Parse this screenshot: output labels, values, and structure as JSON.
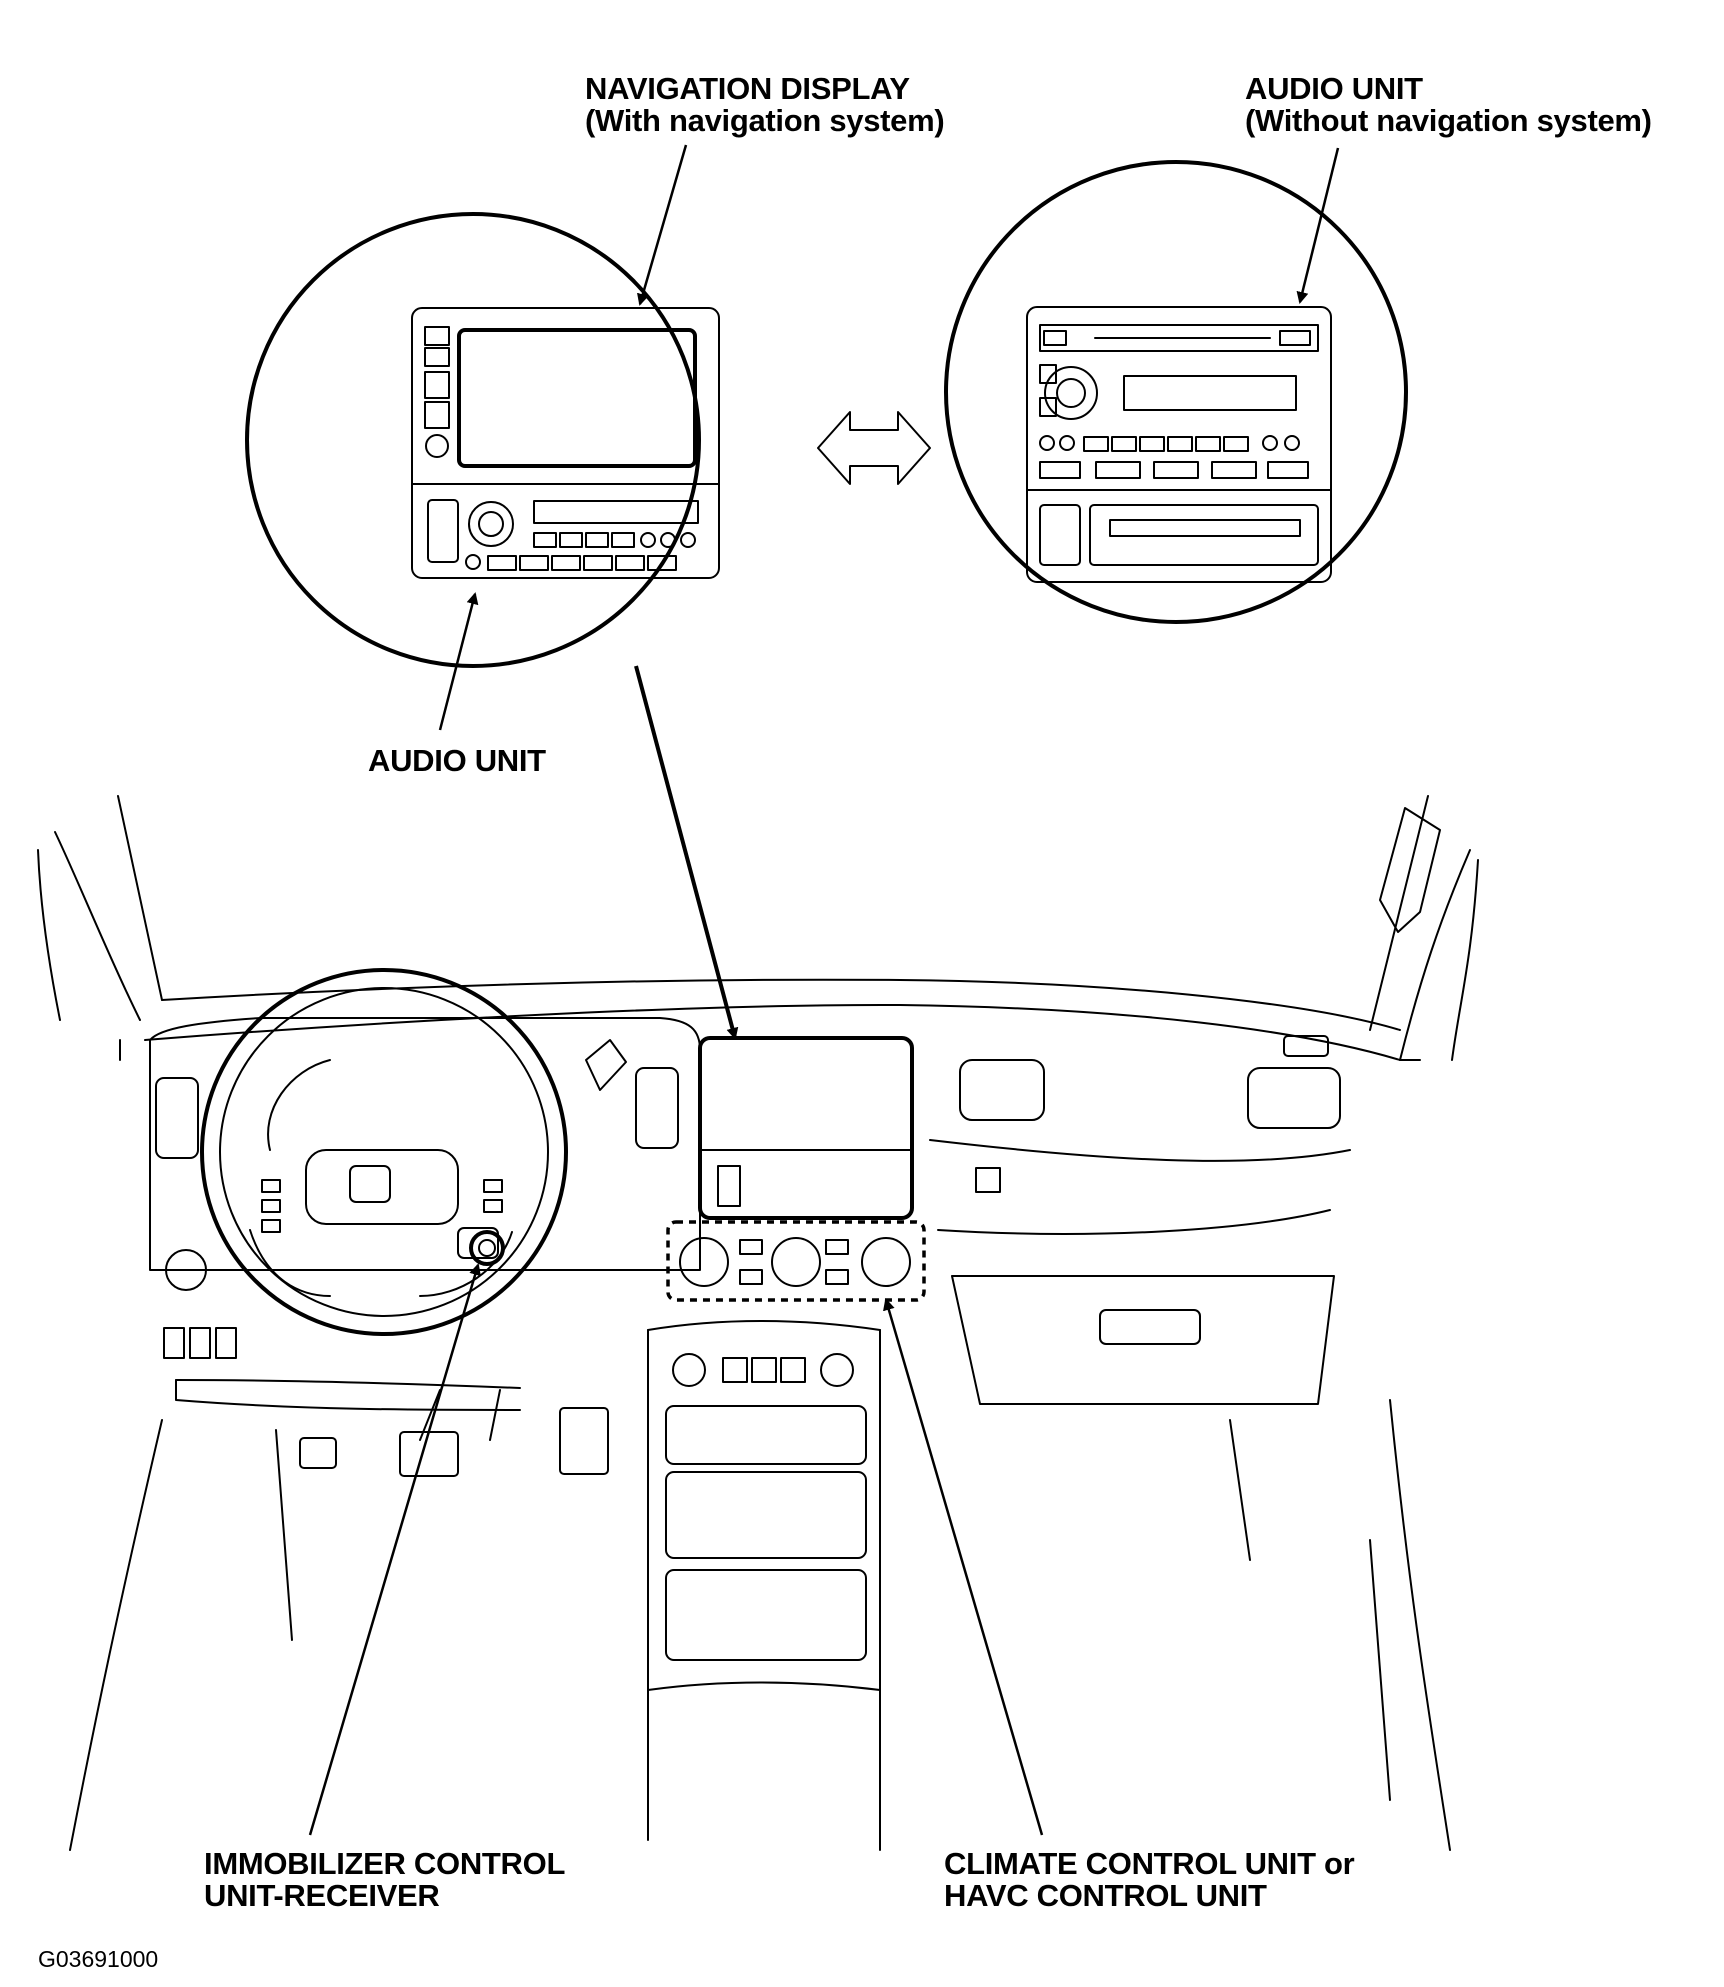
{
  "labels": {
    "nav_display_line1": "NAVIGATION DISPLAY",
    "nav_display_line2": "(With navigation system)",
    "audio_unit_right_line1": "AUDIO UNIT",
    "audio_unit_right_line2": "(Without navigation system)",
    "audio_unit_left": "AUDIO UNIT",
    "immobilizer_line1": "IMMOBILIZER CONTROL",
    "immobilizer_line2": "UNIT-RECEIVER",
    "climate_line1": "CLIMATE CONTROL UNIT or",
    "climate_line2": "HAVC CONTROL UNIT",
    "figure_code": "G03691000"
  },
  "icons": [
    "navigation-display-icon",
    "audio-unit-icon",
    "double-arrow-icon",
    "steering-wheel-icon",
    "dashboard-drawing"
  ],
  "colors": {
    "ink": "#000000",
    "paper": "#ffffff"
  }
}
